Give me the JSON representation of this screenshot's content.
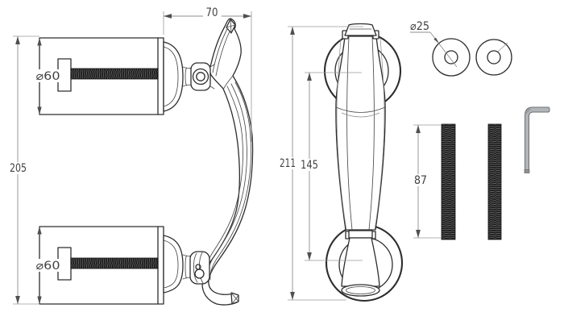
{
  "drawing": {
    "type": "technical-drawing",
    "views": {
      "side": {
        "depth_dim": "70",
        "height_dim": "205",
        "top_fixing_diameter": "⌀60",
        "bottom_fixing_diameter": "⌀60"
      },
      "front": {
        "height_dim": "211",
        "centers_dim": "145"
      },
      "hardware": {
        "rose_diameter": "⌀25",
        "stud_length": "87"
      }
    },
    "colors": {
      "background": "#ffffff",
      "object_line": "#2d2d2d",
      "dimension_line": "#8c8c8c",
      "dimension_text": "#3f3f3f",
      "arrow": "#4f4f4f",
      "thread_fill": "#1a1a1a",
      "thread_highlight": "#777777",
      "tool_fill": "#b3b6b8",
      "tool_stroke": "#6d7072"
    }
  }
}
